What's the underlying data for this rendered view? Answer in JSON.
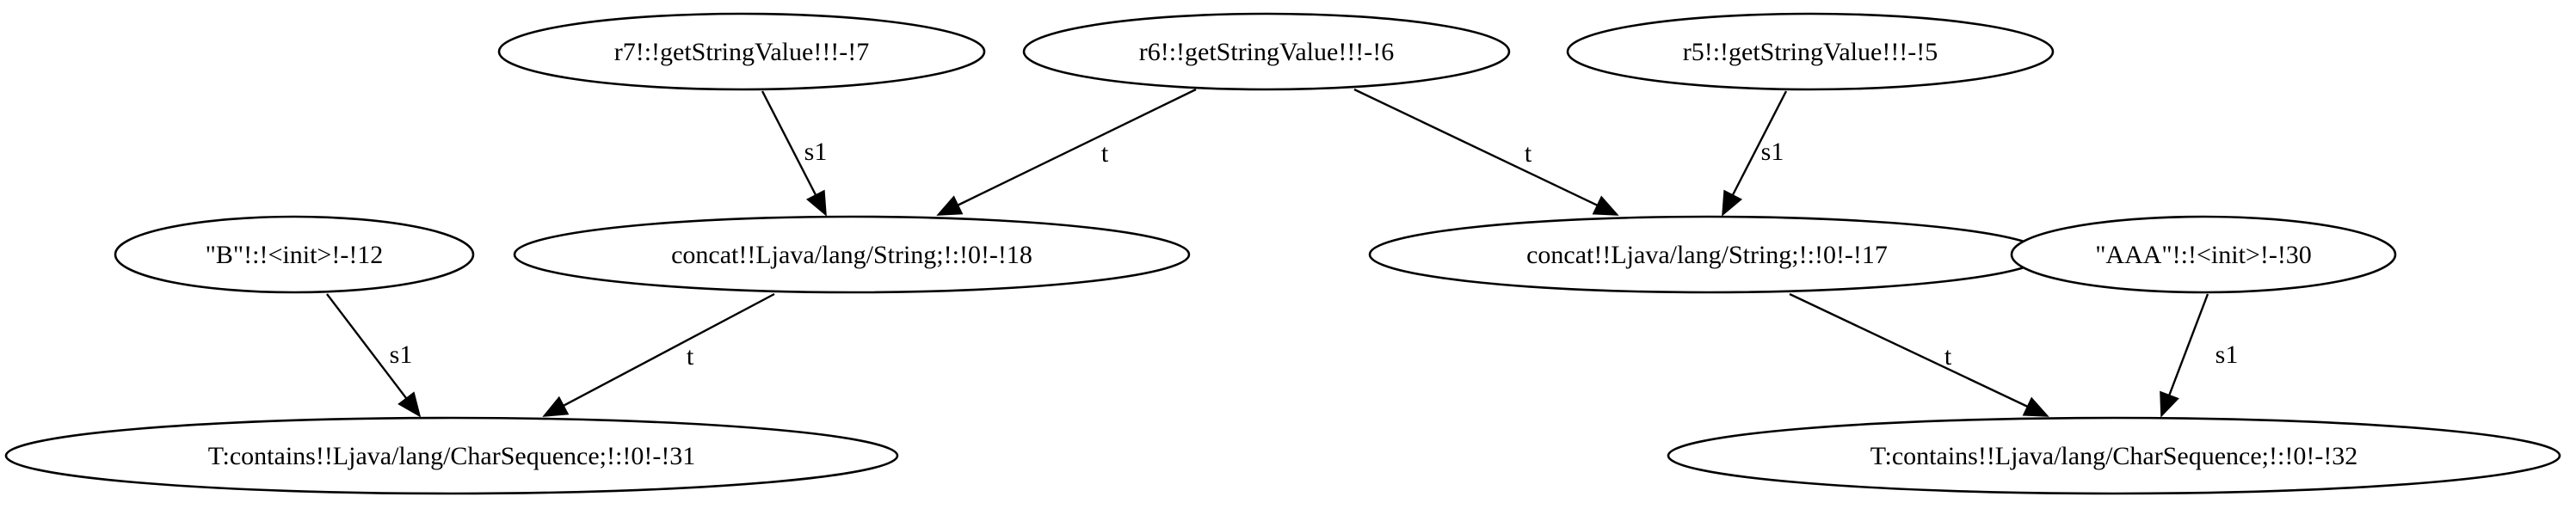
{
  "graph": {
    "nodes": [
      {
        "id": "r7",
        "label": "r7!:!getStringValue!!!-!7"
      },
      {
        "id": "r6",
        "label": "r6!:!getStringValue!!!-!6"
      },
      {
        "id": "r5",
        "label": "r5!:!getStringValue!!!-!5"
      },
      {
        "id": "b12",
        "label": "\"B\"!:!<init>!-!12"
      },
      {
        "id": "c18",
        "label": "concat!!Ljava/lang/String;!:!0!-!18"
      },
      {
        "id": "c17",
        "label": "concat!!Ljava/lang/String;!:!0!-!17"
      },
      {
        "id": "aaa30",
        "label": "\"AAA\"!:!<init>!-!30"
      },
      {
        "id": "t31",
        "label": "T:contains!!Ljava/lang/CharSequence;!:!0!-!31"
      },
      {
        "id": "t32",
        "label": "T:contains!!Ljava/lang/CharSequence;!:!0!-!32"
      }
    ],
    "edges": [
      {
        "from": "r7",
        "to": "c18",
        "label": "s1"
      },
      {
        "from": "r6",
        "to": "c18",
        "label": "t"
      },
      {
        "from": "r6",
        "to": "c17",
        "label": "t"
      },
      {
        "from": "r5",
        "to": "c17",
        "label": "s1"
      },
      {
        "from": "b12",
        "to": "t31",
        "label": "s1"
      },
      {
        "from": "c18",
        "to": "t31",
        "label": "t"
      },
      {
        "from": "c17",
        "to": "t32",
        "label": "t"
      },
      {
        "from": "aaa30",
        "to": "t32",
        "label": "s1"
      }
    ]
  }
}
